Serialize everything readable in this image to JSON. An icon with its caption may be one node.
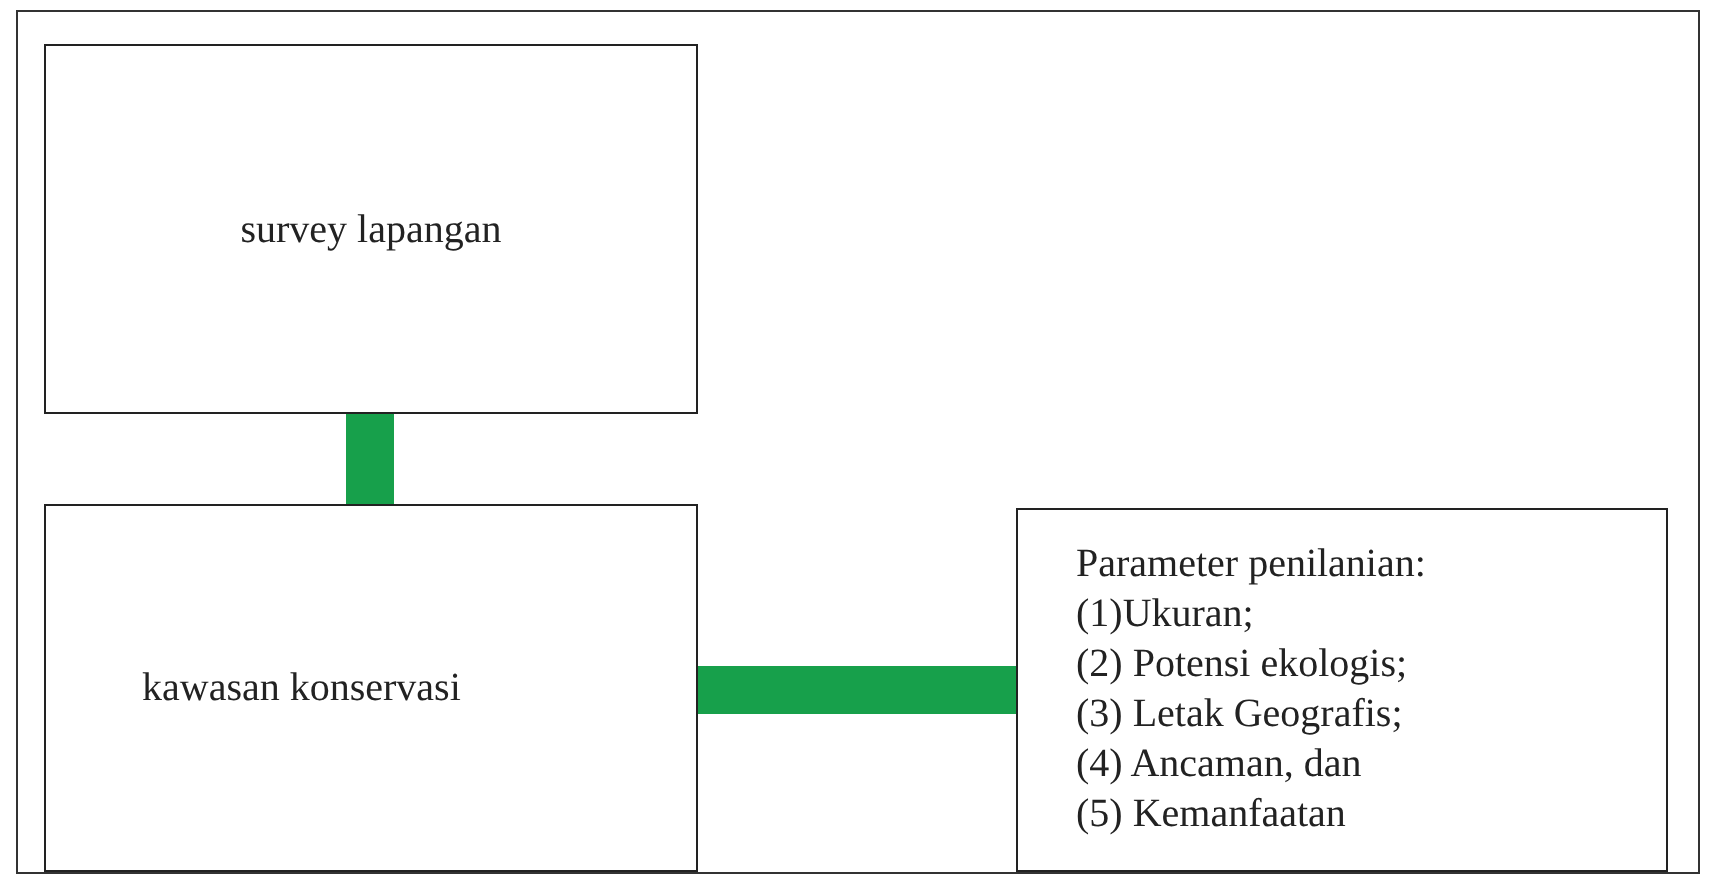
{
  "diagram": {
    "nodes": [
      {
        "text": [
          "survey lapangan"
        ]
      },
      {
        "text": [
          "kawasan konservasi"
        ]
      },
      {
        "text": [
          "Parameter penilanian:",
          "(1)Ukuran;",
          "(2) Potensi ekologis;",
          "(3) Letak Geografis;",
          "(4) Ancaman, dan",
          "(5) Kemanfaatan"
        ]
      }
    ],
    "edges": [
      {
        "from": 0,
        "to": 1,
        "arrow": "none"
      },
      {
        "from": 1,
        "to": 2,
        "arrow": "none"
      }
    ]
  }
}
